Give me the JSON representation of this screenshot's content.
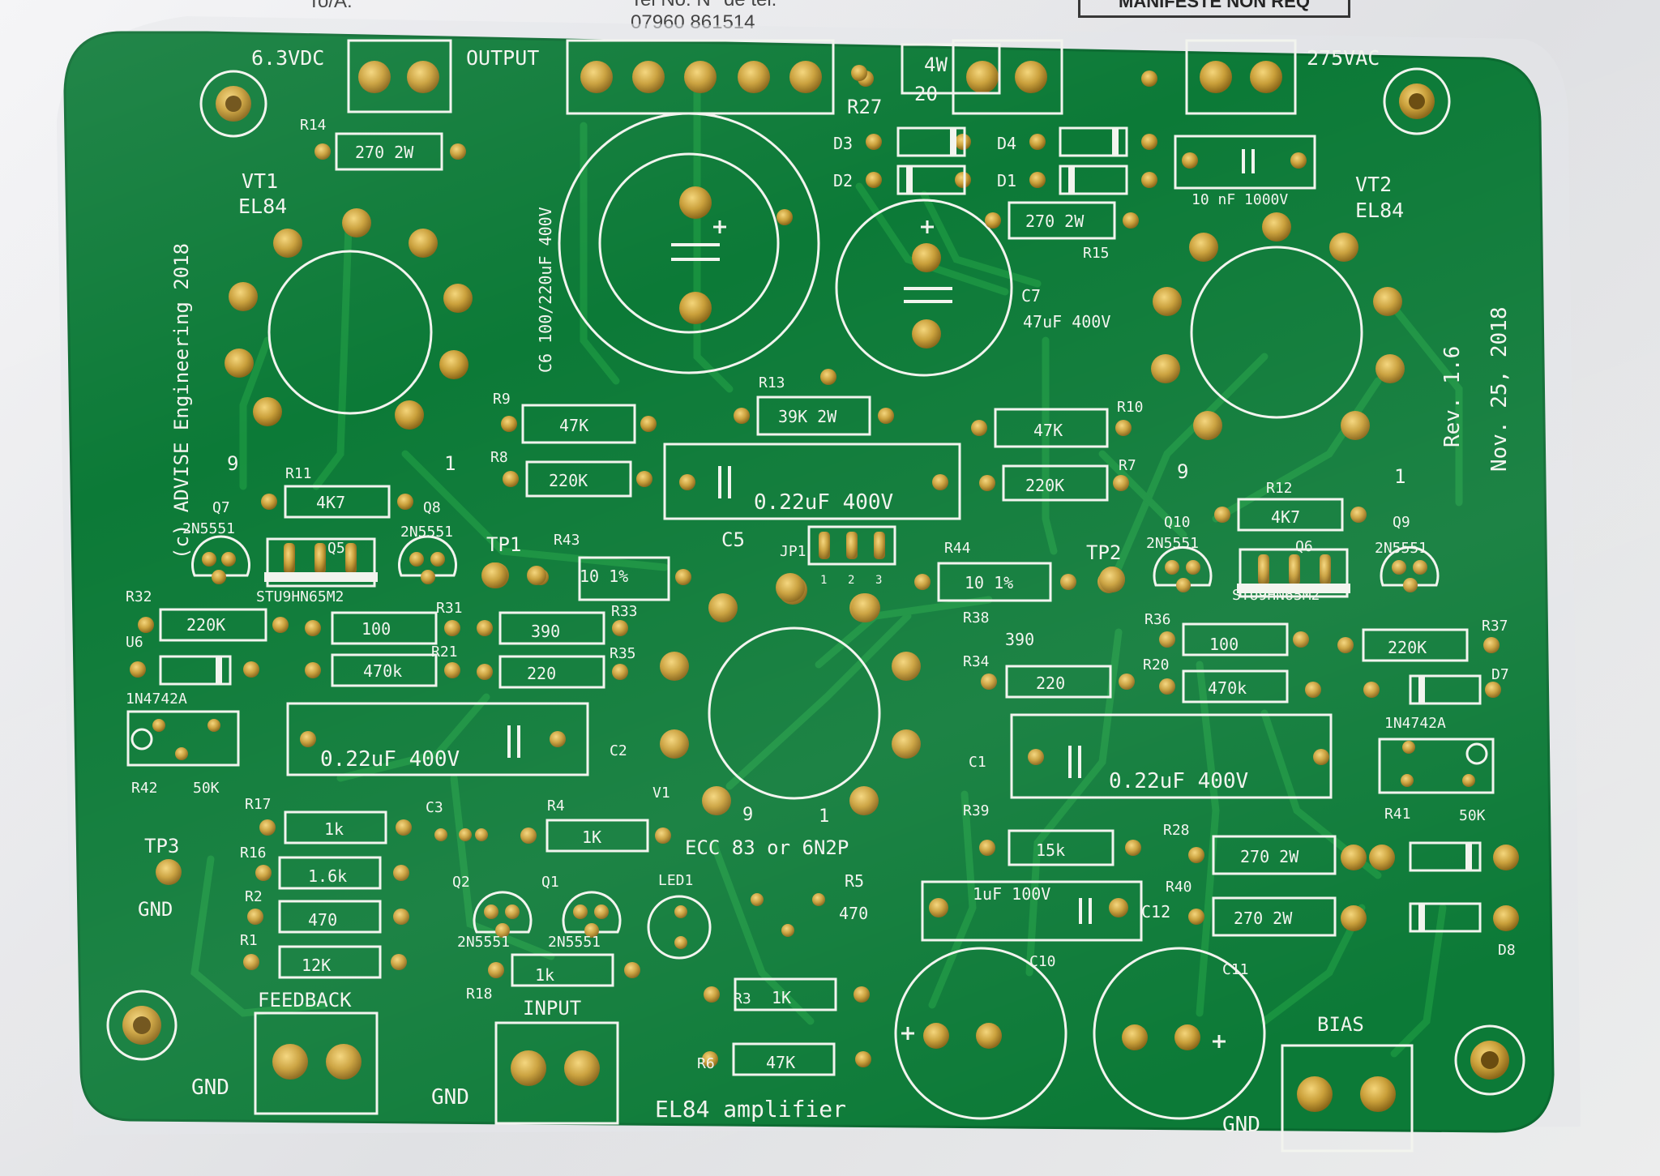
{
  "paper": {
    "field_label": "To/A:",
    "phone_line1": "Tel No:  N° de tel:",
    "phone_number": "07960 861514",
    "box_label": "MANIFESTE NON REQ"
  },
  "board": {
    "name": "EL84 amplifier",
    "copyright": "(c) ADVISE Engineering 2018",
    "revision": "Rev. 1.6",
    "date": "Nov. 25, 2018",
    "colors": {
      "pcb": "#0c7a37",
      "trace": "#17903f",
      "silk": "#f2f4ee",
      "pad": "#c99a2b"
    }
  },
  "connectors": {
    "power_6v3": "6.3VDC",
    "output": "OUTPUT",
    "hv_ac": "275VAC",
    "feedback": "FEEDBACK",
    "input": "INPUT",
    "bias": "BIAS",
    "gnd": "GND",
    "rated_4w": "4W",
    "rated_20": "20"
  },
  "tubes": {
    "vt1_ref": "VT1",
    "vt1_type": "EL84",
    "vt2_ref": "VT2",
    "vt2_type": "EL84",
    "v1_ref": "V1",
    "v1_type": "ECC 83 or 6N2P",
    "pin_9": "9",
    "pin_1": "1"
  },
  "refs": {
    "R14": "R14",
    "R27": "R27",
    "R15": "R15",
    "R13": "R13",
    "R9": "R9",
    "R8": "R8",
    "R10": "R10",
    "R7": "R7",
    "R11": "R11",
    "R12": "R12",
    "R43": "R43",
    "R44": "R44",
    "R32": "R32",
    "R31": "R31",
    "R33": "R33",
    "R21": "R21",
    "R35": "R35",
    "R38": "R38",
    "R36": "R36",
    "R37": "R37",
    "R34": "R34",
    "R20": "R20",
    "R42": "R42",
    "R41": "R41",
    "R17": "R17",
    "R16": "R16",
    "R2": "R2",
    "R1": "R1",
    "R4": "R4",
    "R18": "R18",
    "R3": "R3",
    "R6": "R6",
    "R5": "R5",
    "R39": "R39",
    "R28": "R28",
    "R40": "R40",
    "C1": "C1",
    "C2": "C2",
    "C3": "C3",
    "C5": "C5",
    "C6": "C6",
    "C7": "C7",
    "C10": "C10",
    "C11": "C11",
    "C12": "C12",
    "D1": "D1",
    "D2": "D2",
    "D3": "D3",
    "D4": "D4",
    "D7": "D7",
    "D8": "D8",
    "U6": "U6",
    "Q1": "Q1",
    "Q2": "Q2",
    "Q5": "Q5",
    "Q6": "Q6",
    "Q7": "Q7",
    "Q8": "Q8",
    "Q9": "Q9",
    "Q10": "Q10",
    "TP1": "TP1",
    "TP2": "TP2",
    "TP3": "TP3",
    "JP1": "JP1",
    "LED1": "LED1",
    "jp_pins": [
      "1",
      "2",
      "3"
    ]
  },
  "values": {
    "r_270_2w": "270 2W",
    "r_47k": "47K",
    "r_220k": "220K",
    "r_39k_2w": "39K 2W",
    "r_4k7": "4K7",
    "r_10_1pct": "10 1%",
    "r_100": "100",
    "r_390": "390",
    "r_220": "220",
    "r_470k": "470k",
    "r_1k": "1k",
    "r_1K": "1K",
    "r_1_6k": "1.6k",
    "r_470": "470",
    "r_12k": "12K",
    "r_15k": "15k",
    "r_50k": "50K",
    "c_0_22uf": "0.22uF 400V",
    "c_10nf": "10 nF 1000V",
    "c_47uf": "47uF 400V",
    "c_6": "C6 100/220uF 400V",
    "c_1uf": "1uF 100V",
    "q_2n5551": "2N5551",
    "q_stu9": "STU9HN65M2",
    "d_1n4742a": "1N4742A"
  }
}
